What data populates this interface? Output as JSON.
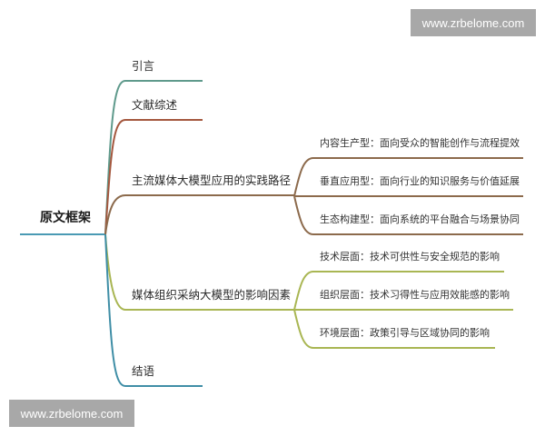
{
  "root": {
    "label": "原文框架",
    "line_color": "#4a9ab4"
  },
  "branches": [
    {
      "label": "引言",
      "color": "#5f9a8c"
    },
    {
      "label": "文献综述",
      "color": "#a4573e"
    },
    {
      "label": "主流媒体大模型应用的实践路径",
      "color": "#8c6a4c",
      "children": [
        {
          "label": "内容生产型：面向受众的智能创作与流程提效"
        },
        {
          "label": "垂直应用型：面向行业的知识服务与价值延展"
        },
        {
          "label": "生态构建型：面向系统的平台融合与场景协同"
        }
      ]
    },
    {
      "label": "媒体组织采纳大模型的影响因素",
      "color": "#a9b653",
      "children": [
        {
          "label": "技术层面：技术可供性与安全规范的影响"
        },
        {
          "label": "组织层面：技术习得性与应用效能感的影响"
        },
        {
          "label": "环境层面：政策引导与区域协同的影响"
        }
      ]
    },
    {
      "label": "结语",
      "color": "#3f8ea6"
    }
  ],
  "watermarks": {
    "top_right": "www.zrbelome.com",
    "bottom_left": "www.zrbelome.com"
  }
}
